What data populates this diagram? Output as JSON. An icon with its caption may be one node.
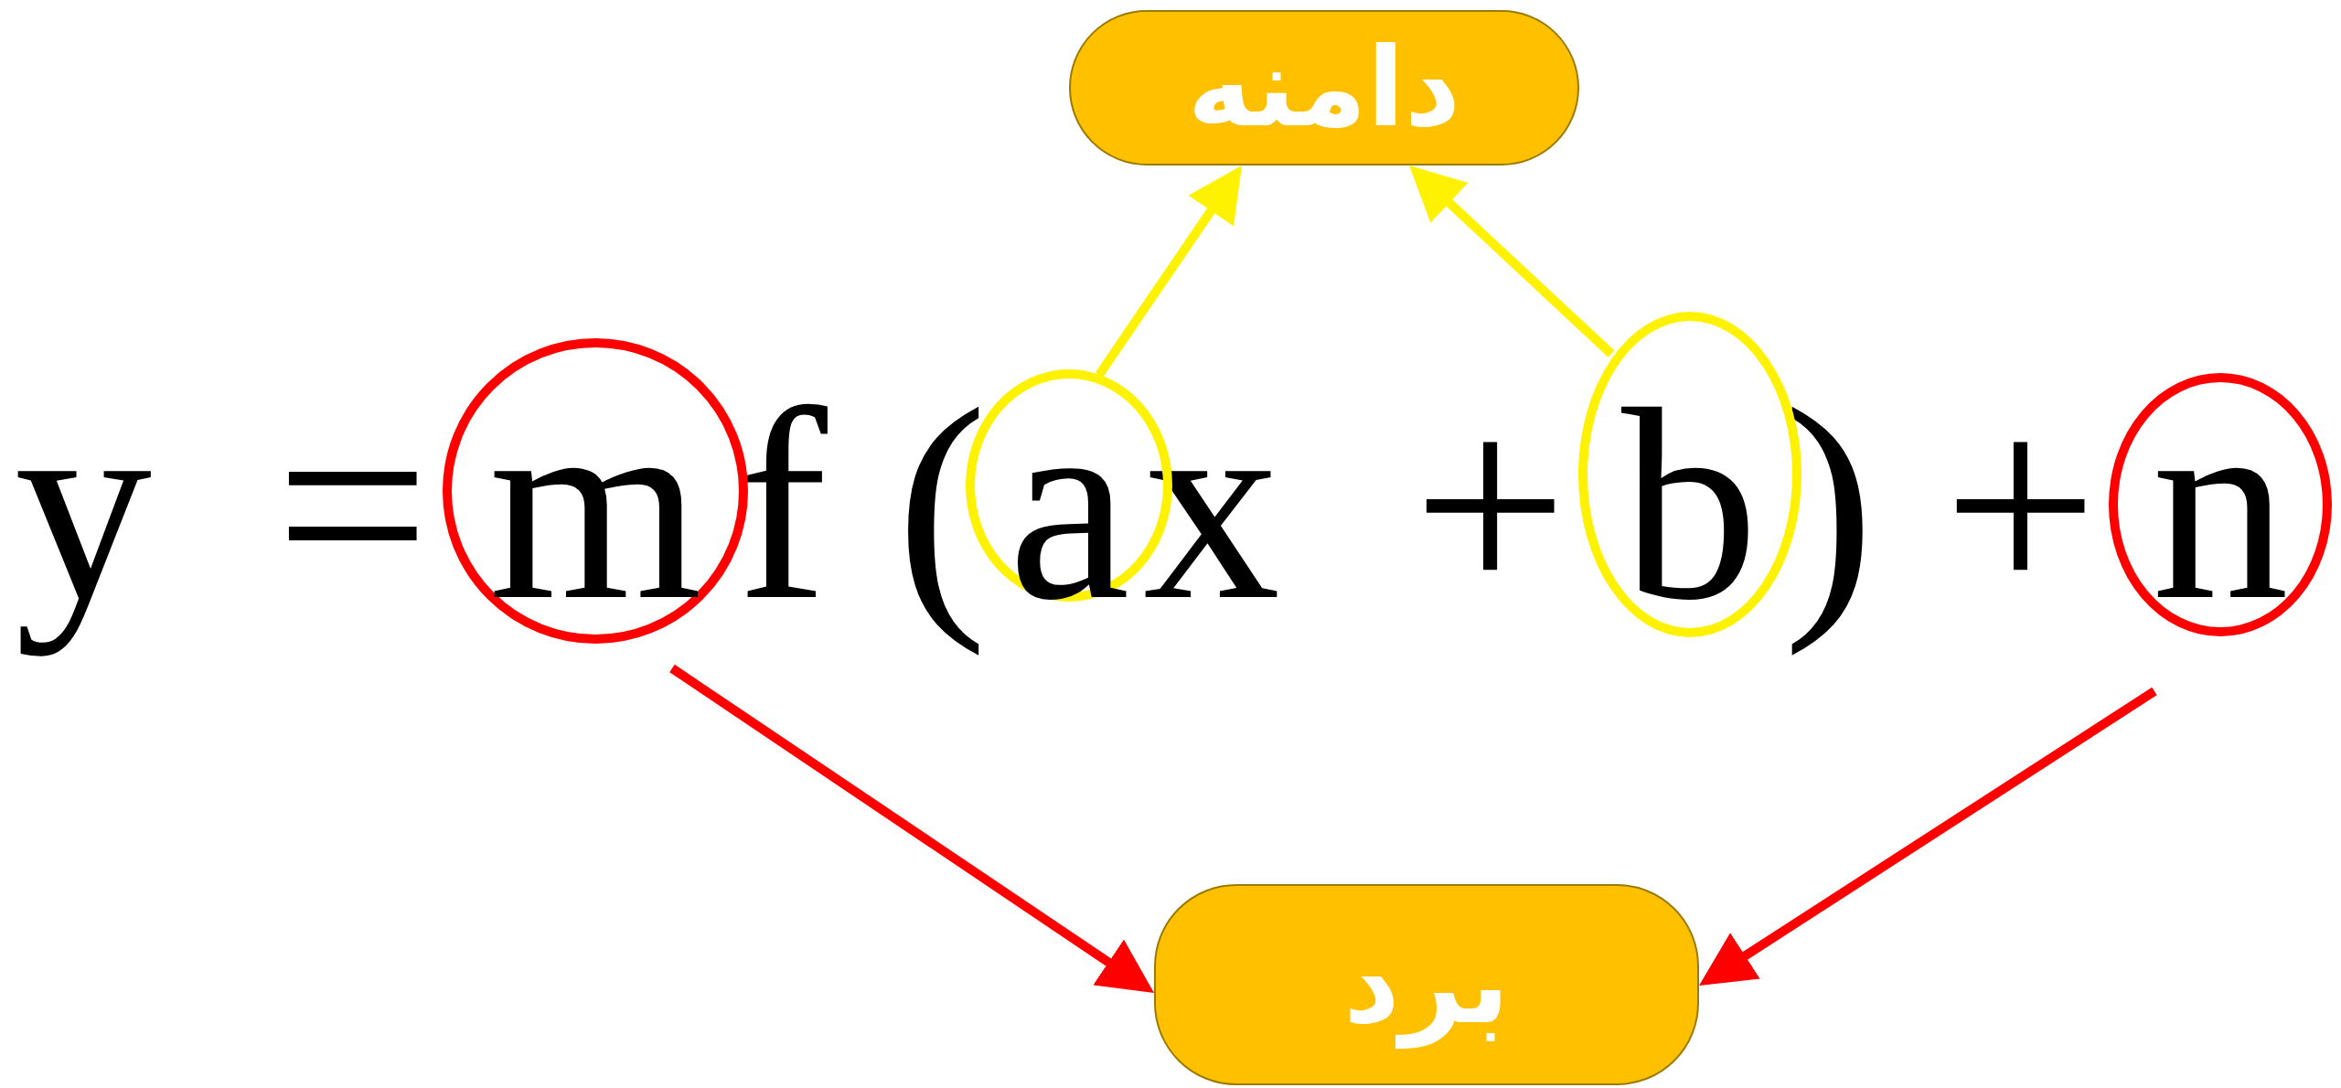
{
  "diagram": {
    "nodes": [
      {
        "text": [
          "دامنه"
        ]
      },
      {
        "text": [
          "m"
        ]
      },
      {
        "text": [
          "a"
        ]
      },
      {
        "text": [
          "b"
        ]
      },
      {
        "text": [
          "n"
        ]
      },
      {
        "text": [
          "برد"
        ]
      }
    ],
    "edges": [
      {
        "from": 2,
        "to": 0,
        "arrow": "to",
        "color": "#fff200"
      },
      {
        "from": 3,
        "to": 0,
        "arrow": "to",
        "color": "#fff200"
      },
      {
        "from": 1,
        "to": 5,
        "arrow": "to",
        "color": "#ff0000"
      },
      {
        "from": 4,
        "to": 5,
        "arrow": "to",
        "color": "#ff0000"
      }
    ],
    "labels": [
      "y =",
      "f (",
      "x +",
      ") +"
    ]
  }
}
